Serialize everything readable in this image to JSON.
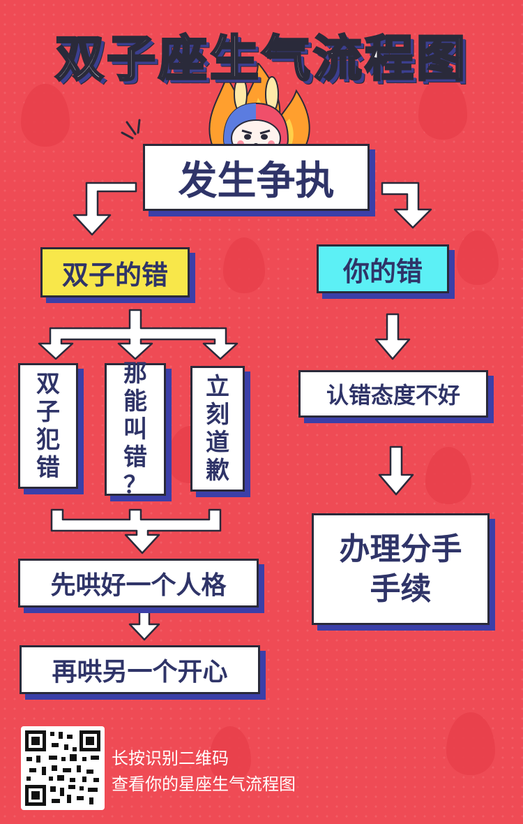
{
  "title": "双子座生气流程图",
  "start": "发生争执",
  "branch_left": {
    "label": "双子的错",
    "options": [
      {
        "chars": [
          "双",
          "子",
          "犯",
          "错"
        ]
      },
      {
        "chars": [
          "那",
          "能",
          "叫",
          "错",
          "？"
        ]
      },
      {
        "chars": [
          "立",
          "刻",
          "道",
          "歉"
        ]
      }
    ],
    "step1": "先哄好一个人格",
    "step2": "再哄另一个开心"
  },
  "branch_right": {
    "label": "你的错",
    "step1": "认错态度不好",
    "step2": "办理分手手续"
  },
  "footer": {
    "line1": "长按识别二维码",
    "line2": "查看你的星座生气流程图"
  },
  "colors": {
    "background": "#ef4b55",
    "yellow_label": "#f8e74a",
    "cyan_label": "#5cf0f5",
    "shadow": "#3b3fa8",
    "text": "#2f3468"
  }
}
